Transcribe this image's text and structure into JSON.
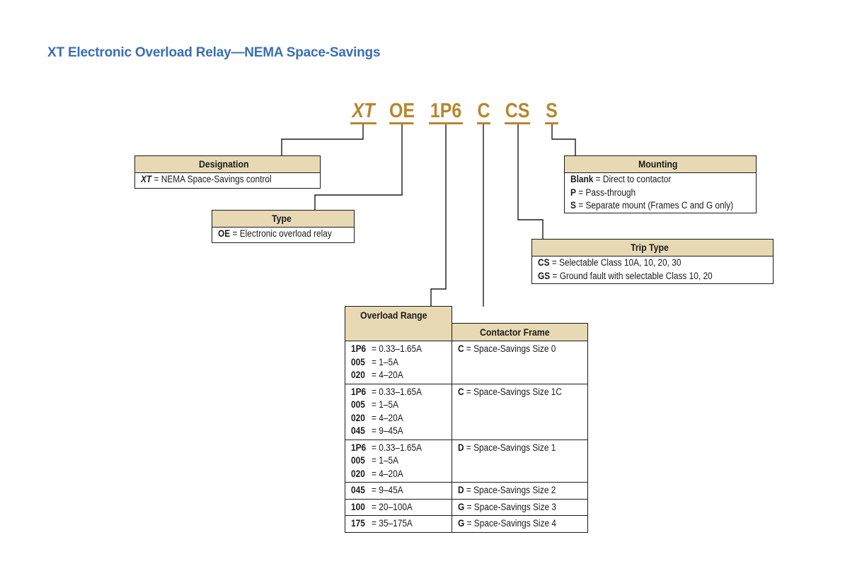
{
  "title": "XT Electronic Overload Relay—NEMA Space-Savings",
  "catalog_codes": [
    {
      "code": "XT",
      "italic": true
    },
    {
      "code": "OE",
      "italic": false
    },
    {
      "code": "1P6",
      "italic": false
    },
    {
      "code": "C",
      "italic": false
    },
    {
      "code": "CS",
      "italic": false
    },
    {
      "code": "S",
      "italic": false
    }
  ],
  "designation": {
    "header": "Designation",
    "rows": [
      {
        "key": "XT",
        "text": "= NEMA Space-Savings control"
      }
    ]
  },
  "type": {
    "header": "Type",
    "rows": [
      {
        "key": "OE",
        "text": "= Electronic overload relay"
      }
    ]
  },
  "mounting": {
    "header": "Mounting",
    "rows": [
      {
        "key": "Blank",
        "text": "= Direct to contactor"
      },
      {
        "key": "P",
        "text": "= Pass-through"
      },
      {
        "key": "S",
        "text": "= Separate mount (Frames C and G only)"
      }
    ]
  },
  "trip_type": {
    "header": "Trip Type",
    "rows": [
      {
        "key": "CS",
        "text": "= Selectable Class 10A, 10, 20, 30"
      },
      {
        "key": "GS",
        "text": "= Ground fault with selectable Class 10, 20"
      }
    ]
  },
  "overload_table": {
    "header_range": "Overload Range",
    "header_frame": "Contactor Frame",
    "groups": [
      {
        "ranges": [
          {
            "key": "1P6",
            "text": "= 0.33–1.65A"
          },
          {
            "key": "005",
            "text": "= 1–5A"
          },
          {
            "key": "020",
            "text": "= 4–20A"
          }
        ],
        "frame": {
          "key": "C",
          "text": "= Space-Savings Size 0"
        }
      },
      {
        "ranges": [
          {
            "key": "1P6",
            "text": "= 0.33–1.65A"
          },
          {
            "key": "005",
            "text": "= 1–5A"
          },
          {
            "key": "020",
            "text": "= 4–20A"
          },
          {
            "key": "045",
            "text": "= 9–45A"
          }
        ],
        "frame": {
          "key": "C",
          "text": "= Space-Savings Size 1C"
        }
      },
      {
        "ranges": [
          {
            "key": "1P6",
            "text": "= 0.33–1.65A"
          },
          {
            "key": "005",
            "text": "= 1–5A"
          },
          {
            "key": "020",
            "text": "= 4–20A"
          }
        ],
        "frame": {
          "key": "D",
          "text": "= Space-Savings Size 1"
        }
      },
      {
        "ranges": [
          {
            "key": "045",
            "text": "= 9–45A"
          }
        ],
        "frame": {
          "key": "D",
          "text": "= Space-Savings Size 2"
        }
      },
      {
        "ranges": [
          {
            "key": "100",
            "text": "= 20–100A"
          }
        ],
        "frame": {
          "key": "G",
          "text": "= Space-Savings Size 3"
        }
      },
      {
        "ranges": [
          {
            "key": "175",
            "text": "= 35–175A"
          }
        ],
        "frame": {
          "key": "G",
          "text": "= Space-Savings Size 4"
        }
      }
    ]
  },
  "colors": {
    "title": "#3a6eb2",
    "code": "#b8862f",
    "header_fill": "#e8d9b5"
  }
}
